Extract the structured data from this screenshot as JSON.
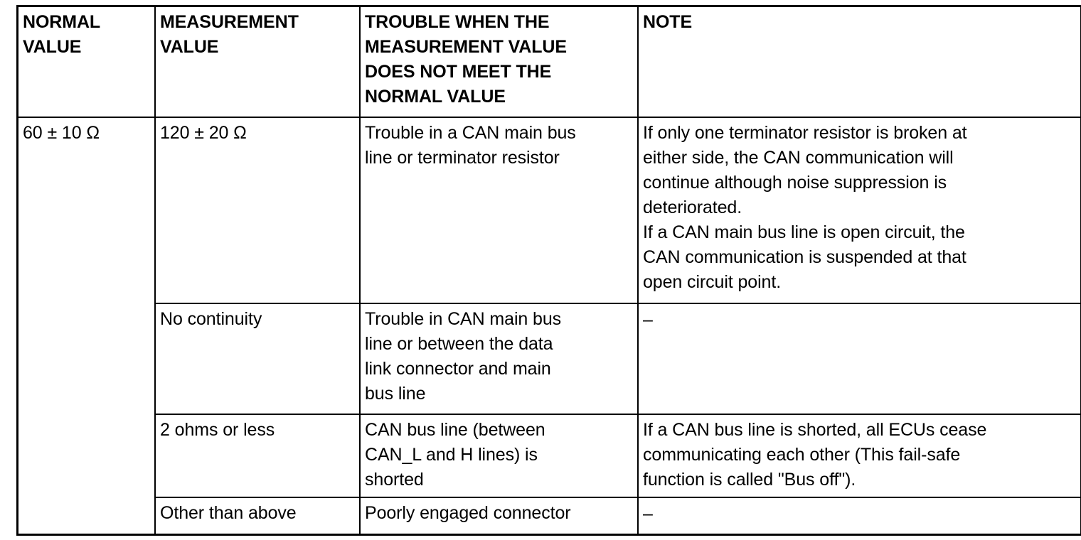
{
  "table": {
    "headers": [
      "NORMAL\nVALUE",
      "MEASUREMENT\nVALUE",
      "TROUBLE WHEN THE\nMEASUREMENT VALUE\nDOES NOT MEET THE\nNORMAL VALUE",
      "NOTE"
    ],
    "normal_value": "60 ± 10 Ω",
    "rows": [
      {
        "measurement_value": "120 ± 20 Ω",
        "trouble": "Trouble in a CAN main bus\nline or terminator resistor",
        "note": "If only one terminator resistor is broken at\neither side, the CAN communication will\ncontinue although noise suppression is\ndeteriorated.\nIf a CAN main bus line is open circuit, the\nCAN communication is suspended at that\nopen circuit point."
      },
      {
        "measurement_value": "No continuity",
        "trouble": "Trouble in CAN main bus\nline or between the data\nlink connector and main\nbus line",
        "note": "–"
      },
      {
        "measurement_value": "2 ohms or less",
        "trouble": "CAN bus line (between\nCAN_L and H lines) is\nshorted",
        "note": "If a CAN bus line is shorted, all ECUs cease\ncommunicating each other (This fail-safe\nfunction is called \"Bus off\")."
      },
      {
        "measurement_value": "Other than above",
        "trouble": "Poorly engaged connector",
        "note": "–"
      }
    ]
  }
}
